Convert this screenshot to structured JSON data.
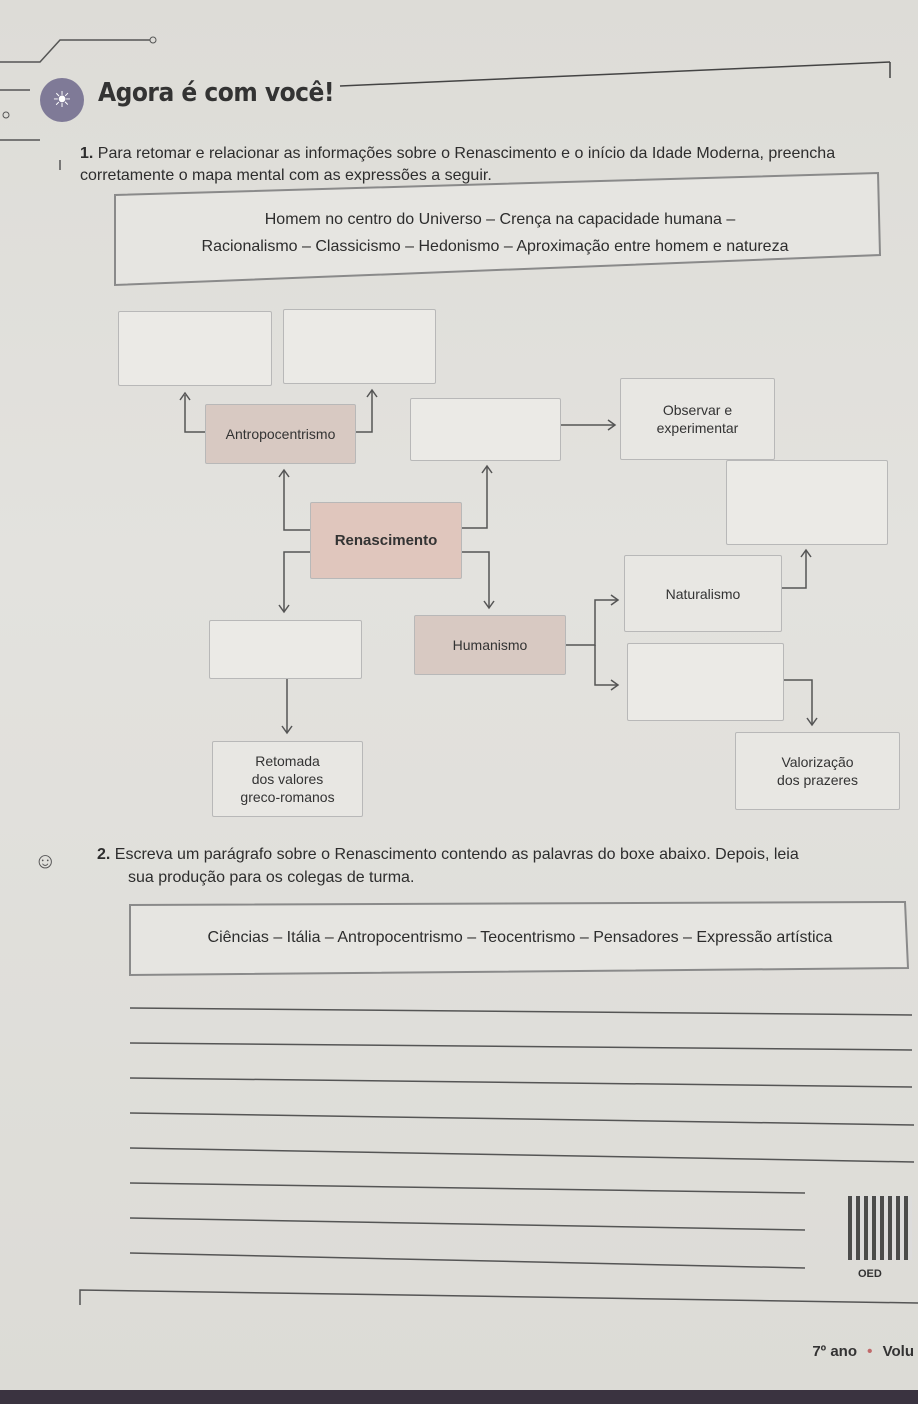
{
  "header": {
    "title": "Agora é com você!",
    "icon": "lightbulb-head-icon"
  },
  "question1": {
    "number": "1.",
    "text": "Para retomar e relacionar as informações sobre o Renascimento e o início da Idade Moderna, preencha corretamente o mapa mental com as expressões a seguir.",
    "word_box_line1": "Homem no centro do Universo – Crença na capacidade humana –",
    "word_box_line2": "Racionalismo – Classicismo – Hedonismo – Aproximação entre homem e natureza"
  },
  "mindmap": {
    "antropocentrismo": "Antropocentrismo",
    "renascimento": "Renascimento",
    "humanismo": "Humanismo",
    "naturalismo": "Naturalismo",
    "observar_line1": "Observar e",
    "observar_line2": "experimentar",
    "retomada_line1": "Retomada",
    "retomada_line2": "dos valores",
    "retomada_line3": "greco-romanos",
    "valorizacao_line1": "Valorização",
    "valorizacao_line2": "dos prazeres"
  },
  "question2": {
    "number": "2.",
    "text_line1": "Escreva um parágrafo sobre o Renascimento contendo as palavras do boxe abaixo. Depois, leia",
    "text_line2": "sua produção para os colegas de turma.",
    "word_box": "Ciências – Itália – Antropocentrismo – Teocentrismo – Pensadores – Expressão artística",
    "icon": "group-discussion-icon"
  },
  "qr": {
    "label": "OED"
  },
  "footer": {
    "grade": "7º ano",
    "separator": "•",
    "volume": "Volu"
  }
}
